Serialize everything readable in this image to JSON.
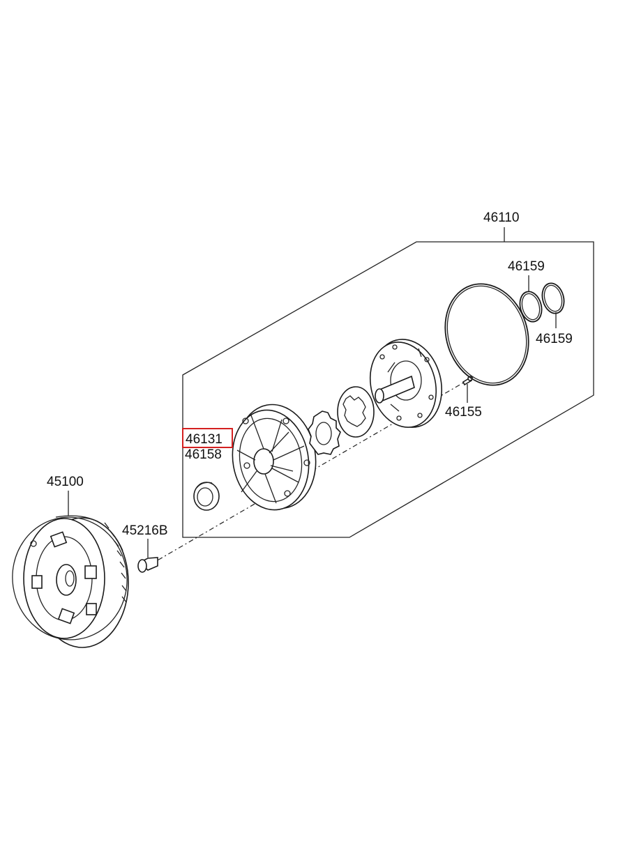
{
  "diagram": {
    "labels": {
      "p46110": "46110",
      "p46159a": "46159",
      "p46159b": "46159",
      "p46155": "46155",
      "p46131": "46131",
      "p46158": "46158",
      "p45100": "45100",
      "p45216b": "45216B"
    },
    "highlighted_part": "46131",
    "highlight_color": "#d42020"
  }
}
